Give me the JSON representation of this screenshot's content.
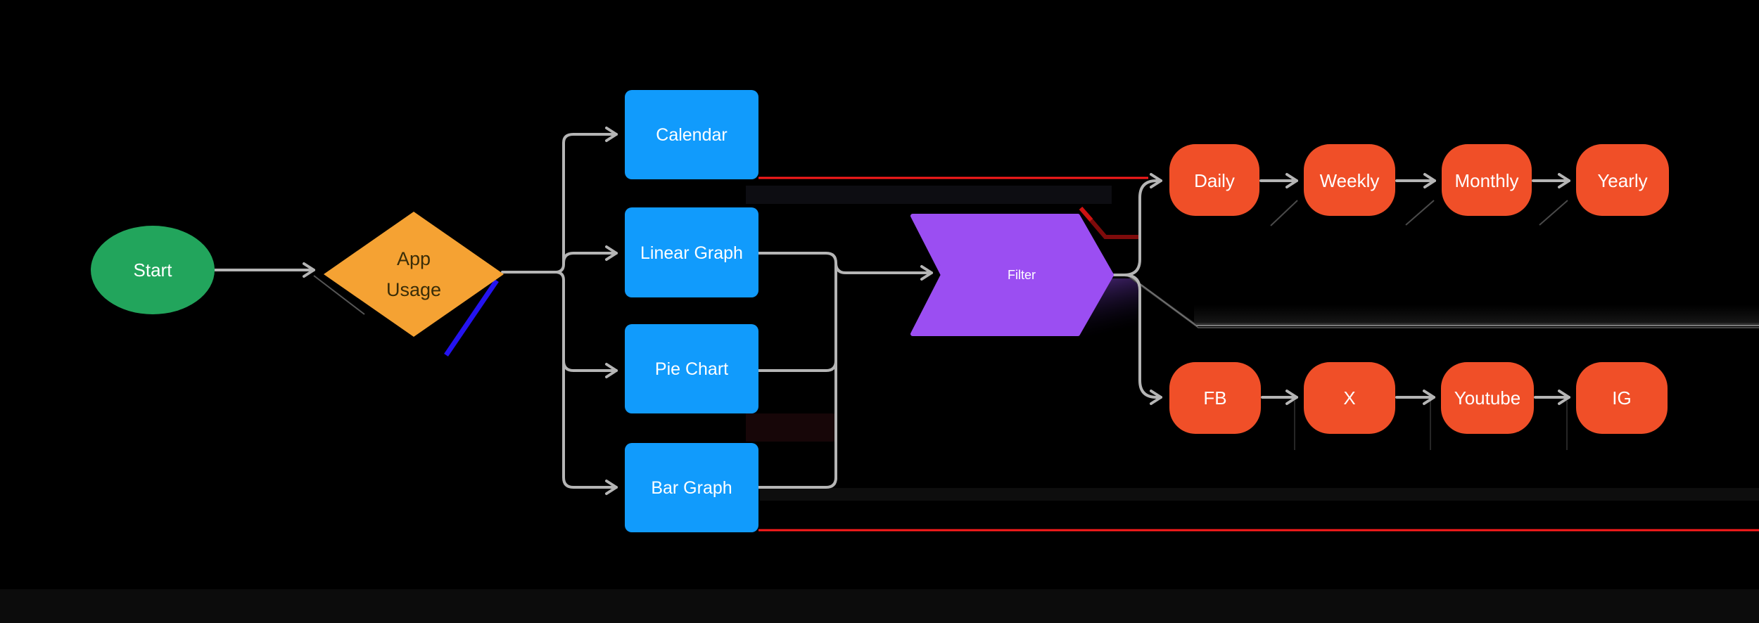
{
  "diagram": {
    "background_color": "#000000",
    "connector_color": "#b5b5b5",
    "glitch_colors": {
      "bright_red": "#fb1b1b",
      "dark_red": "#7e0b0b",
      "blue": "#2413f0",
      "purple_smudge": "#8a4ae0"
    },
    "nodes": {
      "start": {
        "label": "Start",
        "fill": "#22a55c",
        "text_color": "#ffffff"
      },
      "app_usage": {
        "label_line1": "App",
        "label_line2": "Usage",
        "fill": "#f5a233",
        "text_color": "#3a2d08"
      },
      "calendar": {
        "label": "Calendar",
        "fill": "#119bfc",
        "text_color": "#ffffff"
      },
      "linear_graph": {
        "label": "Linear Graph",
        "fill": "#119bfc",
        "text_color": "#ffffff"
      },
      "pie_chart": {
        "label": "Pie Chart",
        "fill": "#119bfc",
        "text_color": "#ffffff"
      },
      "bar_graph": {
        "label": "Bar Graph",
        "fill": "#119bfc",
        "text_color": "#ffffff"
      },
      "filter": {
        "label": "Filter",
        "fill": "#9b4ef2",
        "text_color": "#ffffff"
      },
      "daily": {
        "label": "Daily",
        "fill": "#f04f28",
        "text_color": "#ffffff"
      },
      "weekly": {
        "label": "Weekly",
        "fill": "#f04f28",
        "text_color": "#ffffff"
      },
      "monthly": {
        "label": "Monthly",
        "fill": "#f04f28",
        "text_color": "#ffffff"
      },
      "yearly": {
        "label": "Yearly",
        "fill": "#f04f28",
        "text_color": "#ffffff"
      },
      "fb": {
        "label": "FB",
        "fill": "#f04f28",
        "text_color": "#ffffff"
      },
      "x": {
        "label": "X",
        "fill": "#f04f28",
        "text_color": "#ffffff"
      },
      "youtube": {
        "label": "Youtube",
        "fill": "#f04f28",
        "text_color": "#ffffff"
      },
      "ig": {
        "label": "IG",
        "fill": "#f04f28",
        "text_color": "#ffffff"
      }
    }
  }
}
